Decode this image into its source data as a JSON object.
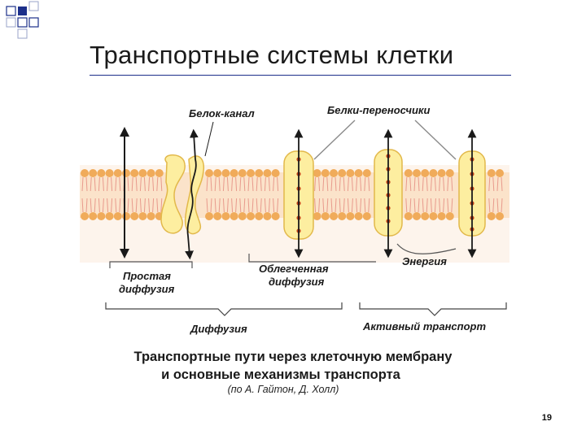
{
  "slide": {
    "title": "Транспортные системы клетки",
    "page_number": "19"
  },
  "diagram": {
    "labels": {
      "channel_protein": "Белок-канал",
      "carrier_proteins": "Белки-переносчики",
      "simple_diffusion_line1": "Простая",
      "simple_diffusion_line2": "диффузия",
      "facilitated_diffusion_line1": "Облегченная",
      "facilitated_diffusion_line2": "диффузия",
      "energy": "Энергия",
      "diffusion": "Диффузия",
      "active_transport": "Активный транспорт"
    }
  },
  "caption": {
    "line1": "Транспортные пути через клеточную мембрану",
    "line2": "и основные механизмы транспорта",
    "source": "(по А. Гайтон, Д. Холл)"
  },
  "colors": {
    "membrane_head": "#f0ab5a",
    "membrane_band": "#fbe3ca",
    "protein_fill": "#fdeea0",
    "protein_stroke": "#e2b84a",
    "dot": "#c2451c",
    "title_rule": "#1c2f8a"
  }
}
